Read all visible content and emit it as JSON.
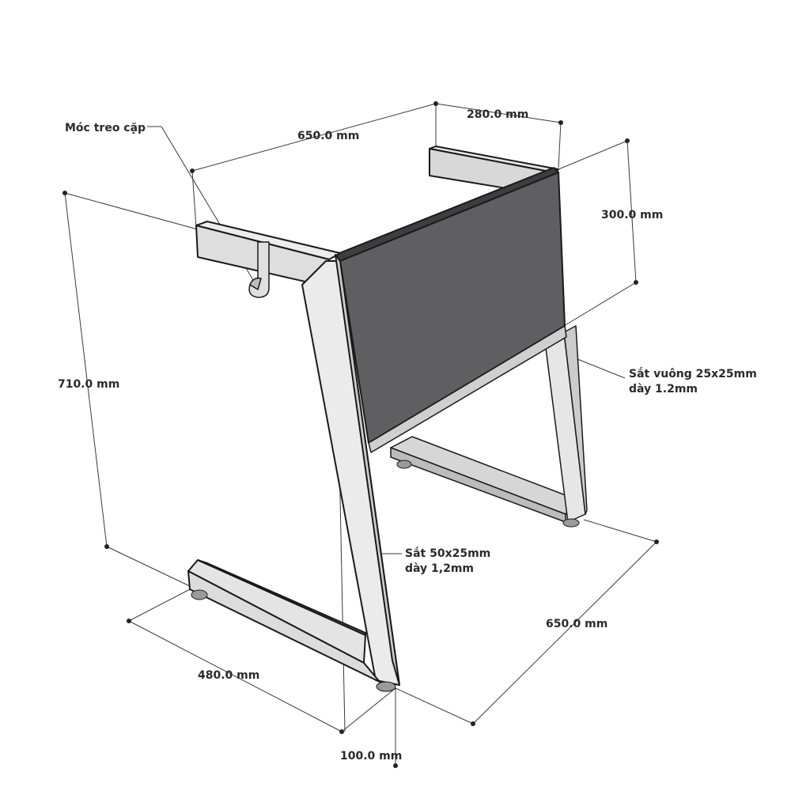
{
  "labels": {
    "hook": "Móc treo cặp",
    "top_width": "650.0 mm",
    "top_depth": "280.0 mm",
    "panel_height": "300.0 mm",
    "total_height": "710.0 mm",
    "square_tube_line1": "Sắt vuông 25x25mm",
    "square_tube_line2": "dày 1.2mm",
    "rect_tube_line1": "Sắt 50x25mm",
    "rect_tube_line2": "dày 1,2mm",
    "bottom_width": "650.0 mm",
    "foot_depth": "480.0 mm",
    "offset": "100.0 mm"
  },
  "colors": {
    "metal_light": "#e9e9e9",
    "metal_side": "#d4d4d4",
    "metal_dark": "#bdbdbd",
    "panel_front": "#5f5e61",
    "panel_top": "#3e3d40",
    "foot": "#9a9a9a",
    "line": "#3a3a3a"
  }
}
